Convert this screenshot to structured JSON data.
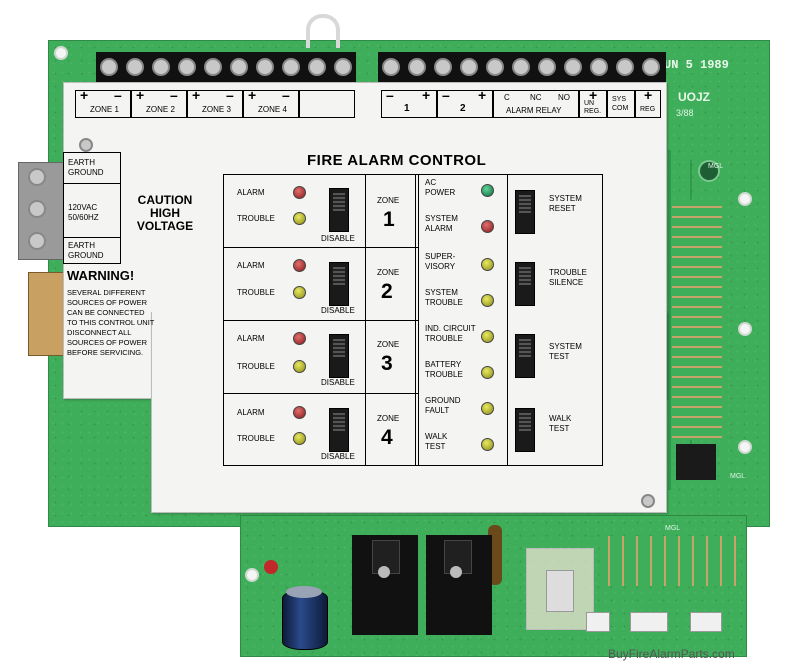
{
  "watermark": "BuyFireAlarmParts.com",
  "board_marks": {
    "date_code": "UN 5 1989",
    "part_code": "UOJZ",
    "ref": "3/88",
    "mgl_1": "MGL",
    "mgl_2": "MGL",
    "mgl_3": "MGL"
  },
  "panel": {
    "title": "FIRE ALARM CONTROL",
    "caution": "CAUTION\nHIGH\nVOLTAGE",
    "power_labels": {
      "earth_top": "EARTH\nGROUND",
      "ac": "120VAC\n50/60HZ",
      "earth_bottom": "EARTH\nGROUND"
    },
    "warning_title": "WARNING!",
    "warning_text": "SEVERAL DIFFERENT\nSOURCES OF POWER\nCAN BE CONNECTED\nTO THIS CONTROL UNIT\nDISCONNECT ALL\nSOURCES OF POWER\nBEFORE SERVICING.",
    "top_labels": {
      "zones": [
        "ZONE 1",
        "ZONE 2",
        "ZONE 3",
        "ZONE 4"
      ],
      "out1": "1",
      "out2": "2",
      "alarm_relay": "ALARM RELAY",
      "c": "C",
      "nc": "NC",
      "no": "NO",
      "un_reg": "UN\nREG.",
      "sys_com": "SYS\nCOM",
      "reg": "REG",
      "plus": "+",
      "minus": "–"
    },
    "zones": [
      {
        "alarm_label": "ALARM",
        "trouble_label": "TROUBLE",
        "disable_label": "DISABLE",
        "zone_label": "ZONE",
        "number": "1"
      },
      {
        "alarm_label": "ALARM",
        "trouble_label": "TROUBLE",
        "disable_label": "DISABLE",
        "zone_label": "ZONE",
        "number": "2"
      },
      {
        "alarm_label": "ALARM",
        "trouble_label": "TROUBLE",
        "disable_label": "DISABLE",
        "zone_label": "ZONE",
        "number": "3"
      },
      {
        "alarm_label": "ALARM",
        "trouble_label": "TROUBLE",
        "disable_label": "DISABLE",
        "zone_label": "ZONE",
        "number": "4"
      }
    ],
    "status": [
      {
        "label": "AC\nPOWER",
        "color": "green"
      },
      {
        "label": "SYSTEM\nALARM",
        "color": "red"
      },
      {
        "label": "SUPER-\nVISORY",
        "color": "yellow"
      },
      {
        "label": "SYSTEM\nTROUBLE",
        "color": "yellow"
      },
      {
        "label": "IND. CIRCUIT\nTROUBLE",
        "color": "yellow"
      },
      {
        "label": "BATTERY\nTROUBLE",
        "color": "yellow"
      },
      {
        "label": "GROUND\nFAULT",
        "color": "yellow"
      },
      {
        "label": "WALK\nTEST",
        "color": "yellow"
      }
    ],
    "switches": [
      {
        "label": "SYSTEM\nRESET"
      },
      {
        "label": "TROUBLE\nSILENCE"
      },
      {
        "label": "SYSTEM\nTEST"
      },
      {
        "label": "WALK\nTEST"
      }
    ]
  },
  "colors": {
    "pcb": "#3fae5a",
    "panel": "#f4f4f2",
    "led_red": "#b02a2a",
    "led_yellow": "#c4c43a",
    "led_green": "#1f9a5c"
  }
}
